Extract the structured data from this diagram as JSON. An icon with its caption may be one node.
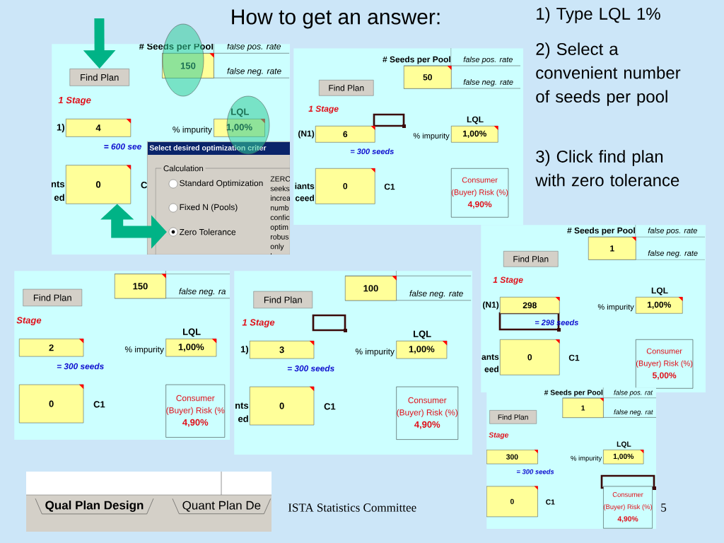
{
  "diagram": {
    "title": "How to get an answer:",
    "nodes": [
      {
        "text": [
          "# Seeds per Pool",
          "false pos. rate",
          "false neg. rate",
          "1 Stage",
          "1)",
          "% impurity",
          "LQL",
          "= 600 see",
          "nts",
          "ed",
          "C"
        ]
      },
      {
        "text": [
          "Find Plan"
        ],
        "in": 0
      },
      {
        "text": [
          "150"
        ],
        "in": 0
      },
      {
        "text": [
          "4"
        ],
        "in": 0
      },
      {
        "text": [
          "1,00%"
        ],
        "in": 0
      },
      {
        "text": [
          "0"
        ],
        "in": 0
      },
      {
        "text": [
          "Select desired optimization criter",
          "Calculation",
          "ZERC seeks increa numb confic optim robus only b"
        ],
        "in": 0
      },
      {
        "text": [
          "Standard Optimization"
        ],
        "in": 6
      },
      {
        "text": [
          "Fixed N (Pools)"
        ],
        "in": 6
      },
      {
        "text": [
          "Zero Tolerance"
        ],
        "in": 6
      },
      {
        "text": [
          "# Seeds per Pool",
          "false pos. rate",
          "false neg. rate",
          "1 Stage",
          "(N1)",
          "% impurity",
          "LQL",
          "= 300 seeds",
          "iants",
          "ceed",
          "C1"
        ]
      },
      {
        "text": [
          "Find Plan"
        ],
        "in": 10
      },
      {
        "text": [
          "50"
        ],
        "in": 10
      },
      {
        "text": [
          "6"
        ],
        "in": 10
      },
      {
        "text": [
          "1,00%"
        ],
        "in": 10
      },
      {
        "text": [
          "0"
        ],
        "in": 10
      },
      {
        "text": [
          "Consumer",
          "(Buyer) Risk (%)",
          "4,90%"
        ],
        "in": 10
      },
      {
        "text": [
          "# Seeds per Pool",
          "false pos. rate",
          "false neg. rate",
          "1 Stage",
          "(N1)",
          "% impurity",
          "LQL",
          "= 298 seeds",
          "ants",
          "eed",
          "C1"
        ]
      },
      {
        "text": [
          "Find Plan"
        ],
        "in": 17
      },
      {
        "text": [
          "1"
        ],
        "in": 17
      },
      {
        "text": [
          "298"
        ],
        "in": 17
      },
      {
        "text": [
          "1,00%"
        ],
        "in": 17
      },
      {
        "text": [
          "0"
        ],
        "in": 17
      },
      {
        "text": [
          "Consumer",
          "(Buyer) Risk (%)",
          "5,00%"
        ],
        "in": 17
      },
      {
        "text": [
          "false neg. ra",
          "Stage",
          "% impurity",
          "LQL",
          "= 300 seeds",
          "C1"
        ]
      },
      {
        "text": [
          "Find Plan"
        ],
        "in": 24
      },
      {
        "text": [
          "150"
        ],
        "in": 24
      },
      {
        "text": [
          "2"
        ],
        "in": 24
      },
      {
        "text": [
          "1,00%"
        ],
        "in": 24
      },
      {
        "text": [
          "0"
        ],
        "in": 24
      },
      {
        "text": [
          "Consumer",
          "(Buyer) Risk (%",
          "4,90%"
        ],
        "in": 24
      },
      {
        "text": [
          "false neg. rate",
          "1 Stage",
          "1)",
          "% impurity",
          "LQL",
          "= 300 seeds",
          "nts",
          "ed",
          "C1"
        ]
      },
      {
        "text": [
          "Find Plan"
        ],
        "in": 31
      },
      {
        "text": [
          "100"
        ],
        "in": 31
      },
      {
        "text": [
          "3"
        ],
        "in": 31
      },
      {
        "text": [
          "1,00%"
        ],
        "in": 31
      },
      {
        "text": [
          "0"
        ],
        "in": 31
      },
      {
        "text": [
          "Consumer",
          "(Buyer) Risk (%)",
          "4,90%"
        ],
        "in": 31
      },
      {
        "text": [
          "# Seeds per Pool",
          "false pos. rat",
          "false neg. rat",
          "Stage",
          "% impurity",
          "LQL",
          "= 300 seeds",
          "C1"
        ]
      },
      {
        "text": [
          "Find Plan"
        ],
        "in": 38
      },
      {
        "text": [
          "1"
        ],
        "in": 38
      },
      {
        "text": [
          "300"
        ],
        "in": 38
      },
      {
        "text": [
          "1,00%"
        ],
        "in": 38
      },
      {
        "text": [
          "0"
        ],
        "in": 38
      },
      {
        "text": [
          "Consumer",
          "(Buyer) Risk (%)",
          "4,90%"
        ],
        "in": 38
      },
      {
        "text": [
          "Qual Plan Design"
        ]
      },
      {
        "text": [
          "Quant Plan De"
        ]
      }
    ],
    "edges": [
      {
        "from": null,
        "to": 1,
        "arrow": "to"
      },
      {
        "from": 5,
        "to": 9,
        "arrow": "both"
      }
    ],
    "labels": [
      "1) Type LQL 1%",
      "2) Select a convenient number of seeds per pool",
      "3) Click find plan with zero tolerance",
      "ISTA Statistics Committee",
      "5"
    ]
  }
}
